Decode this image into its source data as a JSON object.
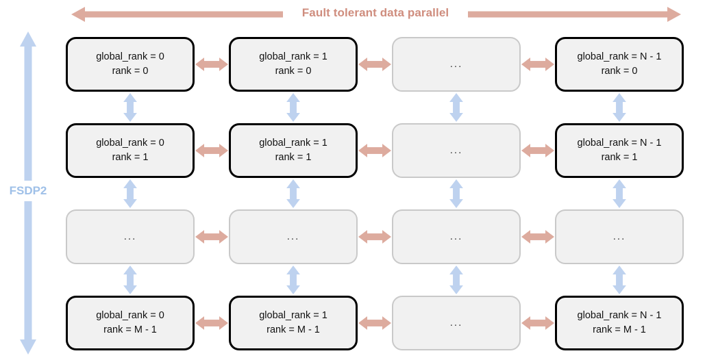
{
  "diagram": {
    "title": "Fault tolerant data parallel",
    "vertical_label": "FSDP2",
    "colors": {
      "horizontal_arrow": "#ddab9e",
      "vertical_arrow": "#bed2ef",
      "title_text": "#cf8d7e",
      "vertical_label_text": "#9fc0e8",
      "box_fill": "#f1f1f1",
      "box_border_solid": "#000000",
      "box_border_ghost": "#c9c9c9",
      "background": "#ffffff"
    },
    "ellipsis": "...",
    "rows": [
      {
        "cells": [
          {
            "type": "node",
            "line1": "global_rank = 0",
            "line2": "rank = 0"
          },
          {
            "type": "node",
            "line1": "global_rank = 1",
            "line2": "rank = 0"
          },
          {
            "type": "ellipsis",
            "line1": "..."
          },
          {
            "type": "node",
            "line1": "global_rank = N - 1",
            "line2": "rank = 0"
          }
        ]
      },
      {
        "cells": [
          {
            "type": "node",
            "line1": "global_rank = 0",
            "line2": "rank = 1"
          },
          {
            "type": "node",
            "line1": "global_rank = 1",
            "line2": "rank = 1"
          },
          {
            "type": "ellipsis",
            "line1": "..."
          },
          {
            "type": "node",
            "line1": "global_rank = N - 1",
            "line2": "rank = 1"
          }
        ]
      },
      {
        "cells": [
          {
            "type": "ellipsis",
            "line1": "..."
          },
          {
            "type": "ellipsis",
            "line1": "..."
          },
          {
            "type": "ellipsis",
            "line1": "..."
          },
          {
            "type": "ellipsis",
            "line1": "..."
          }
        ]
      },
      {
        "cells": [
          {
            "type": "node",
            "line1": "global_rank = 0",
            "line2": "rank = M - 1"
          },
          {
            "type": "node",
            "line1": "global_rank = 1",
            "line2": "rank = M - 1"
          },
          {
            "type": "ellipsis",
            "line1": "..."
          },
          {
            "type": "node",
            "line1": "global_rank = N - 1",
            "line2": "rank = M - 1"
          }
        ]
      }
    ]
  }
}
